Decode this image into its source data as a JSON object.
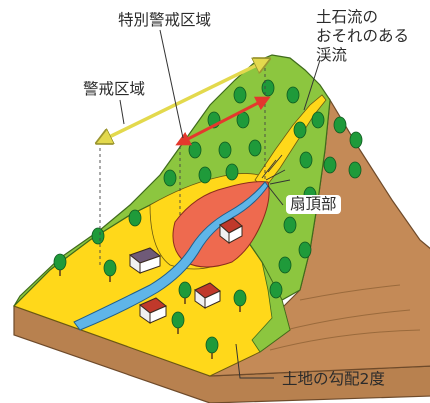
{
  "labels": {
    "special_zone": "特別警戒区域",
    "warning_zone": "警戒区域",
    "stream_line1": "土石流の",
    "stream_line2": "おそれのある",
    "stream_line3": "渓流",
    "fan_apex": "扇頂部",
    "slope": "土地の勾配2度"
  },
  "colors": {
    "green_slope": "#8cc63f",
    "yellow_zone": "#ffd81a",
    "red_zone": "#ee6a4f",
    "brown_soil": "#c48a57",
    "river": "#5fb5e8",
    "arrow_red": "#e4382d",
    "arrow_yellow": "#e3d94d"
  }
}
